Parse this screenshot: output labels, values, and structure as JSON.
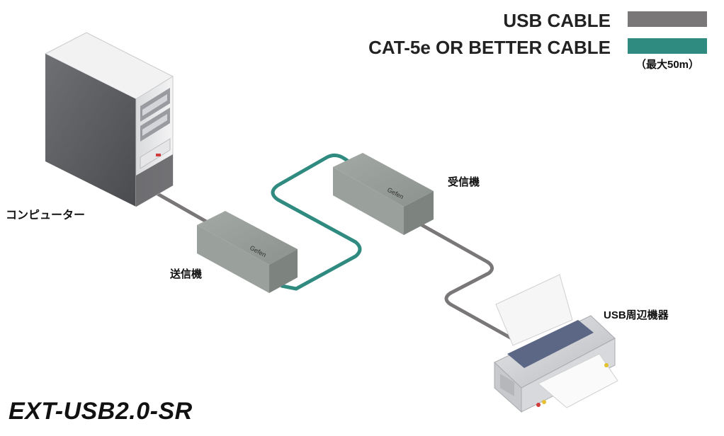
{
  "legend": {
    "items": [
      {
        "label": "USB CABLE",
        "color": "#7a7778"
      },
      {
        "label": "CAT-5e OR BETTER CABLE",
        "color": "#2f8a80"
      }
    ],
    "note": "（最大50m）"
  },
  "labels": {
    "computer": "コンピューター",
    "transmitter": "送信機",
    "receiver": "受信機",
    "usb_device": "USB周辺機器"
  },
  "device_brand": "Gefen",
  "model": "EXT-USB2.0-SR",
  "colors": {
    "usb_cable": "#7a7778",
    "cat_cable": "#2f8a80",
    "device_body": "#8f9591"
  }
}
